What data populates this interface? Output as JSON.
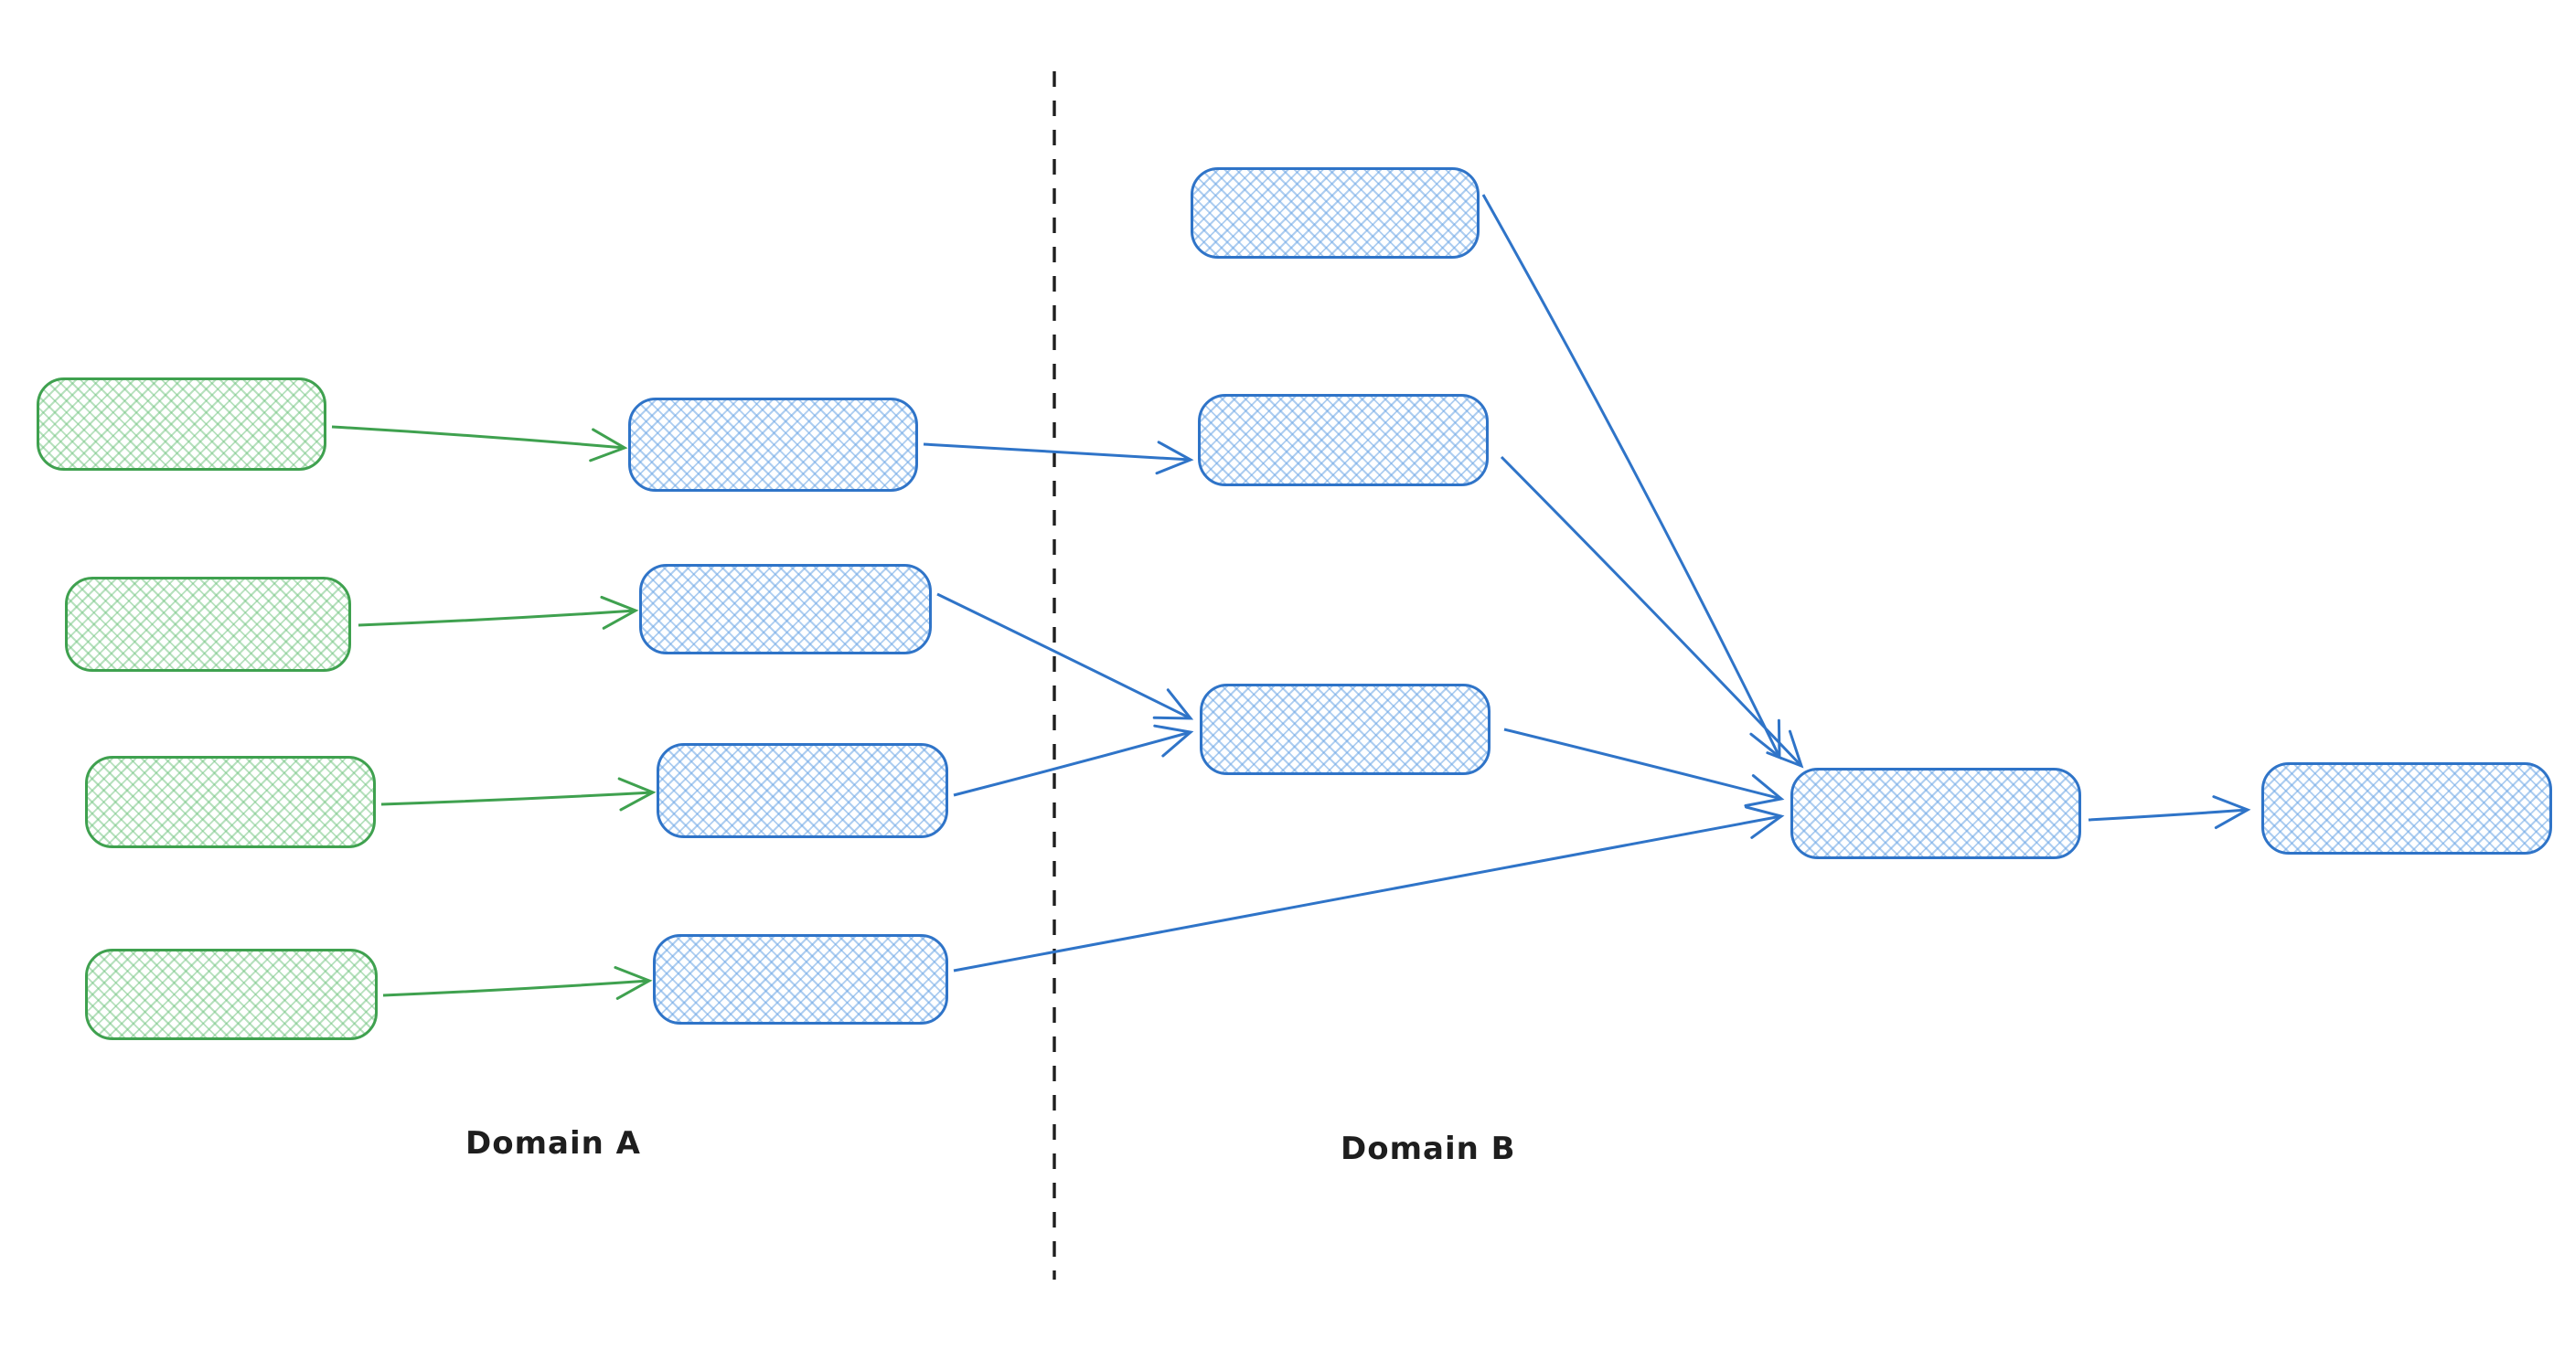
{
  "labels": {
    "domain_a": "Domain A",
    "domain_b": "Domain B"
  },
  "colors": {
    "green_stroke": "#3fa14f",
    "green_fill_hatch": "#b9e3c1",
    "blue_stroke": "#2f74c8",
    "blue_fill_hatch": "#a9cdf0",
    "divider": "#1e1e1e",
    "label_text": "#1e1e1e",
    "background": "#ffffff"
  },
  "diagram": {
    "type": "flow",
    "style": "hand-drawn, cross-hatch filled rounded rectangles, no text inside nodes",
    "regions": [
      {
        "id": "domain-a",
        "label": "Domain A",
        "side": "left-of-dashed-divider"
      },
      {
        "id": "domain-b",
        "label": "Domain B",
        "side": "right-of-dashed-divider"
      }
    ],
    "divider": {
      "style": "vertical dashed black line",
      "separates": [
        "domain-a",
        "domain-b"
      ]
    },
    "nodes": [
      {
        "id": "a-source-1",
        "region": "domain-a",
        "color": "green",
        "label": ""
      },
      {
        "id": "a-source-2",
        "region": "domain-a",
        "color": "green",
        "label": ""
      },
      {
        "id": "a-source-3",
        "region": "domain-a",
        "color": "green",
        "label": ""
      },
      {
        "id": "a-source-4",
        "region": "domain-a",
        "color": "green",
        "label": ""
      },
      {
        "id": "a-node-1",
        "region": "domain-a",
        "color": "blue",
        "label": ""
      },
      {
        "id": "a-node-2",
        "region": "domain-a",
        "color": "blue",
        "label": ""
      },
      {
        "id": "a-node-3",
        "region": "domain-a",
        "color": "blue",
        "label": ""
      },
      {
        "id": "a-node-4",
        "region": "domain-a",
        "color": "blue",
        "label": ""
      },
      {
        "id": "b-node-1",
        "region": "domain-b",
        "color": "blue",
        "label": ""
      },
      {
        "id": "b-node-2",
        "region": "domain-b",
        "color": "blue",
        "label": ""
      },
      {
        "id": "b-node-3",
        "region": "domain-b",
        "color": "blue",
        "label": ""
      },
      {
        "id": "b-merge-node",
        "region": "domain-b",
        "color": "blue",
        "label": ""
      },
      {
        "id": "b-output-node",
        "region": "domain-b",
        "color": "blue",
        "label": ""
      }
    ],
    "edges": [
      {
        "from": "a-source-1",
        "to": "a-node-1",
        "color": "green"
      },
      {
        "from": "a-source-2",
        "to": "a-node-2",
        "color": "green"
      },
      {
        "from": "a-source-3",
        "to": "a-node-3",
        "color": "green"
      },
      {
        "from": "a-source-4",
        "to": "a-node-4",
        "color": "green"
      },
      {
        "from": "a-node-1",
        "to": "b-node-2",
        "color": "blue"
      },
      {
        "from": "a-node-2",
        "to": "b-node-3",
        "color": "blue"
      },
      {
        "from": "a-node-3",
        "to": "b-node-3",
        "color": "blue"
      },
      {
        "from": "a-node-4",
        "to": "b-merge-node",
        "color": "blue"
      },
      {
        "from": "b-node-1",
        "to": "b-merge-node",
        "color": "blue"
      },
      {
        "from": "b-node-2",
        "to": "b-merge-node",
        "color": "blue"
      },
      {
        "from": "b-node-3",
        "to": "b-merge-node",
        "color": "blue"
      },
      {
        "from": "b-merge-node",
        "to": "b-output-node",
        "color": "blue"
      }
    ]
  }
}
